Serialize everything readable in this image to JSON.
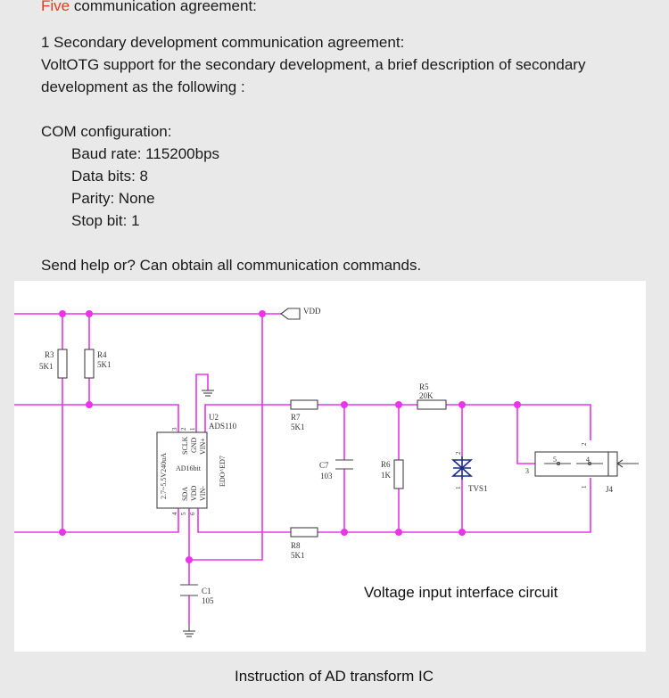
{
  "section": {
    "number": "Five",
    "title": "communication agreement:"
  },
  "intro": {
    "heading": "1 Secondary development communication agreement:",
    "line1": "VoltOTG support for the secondary development, a brief description of secondary",
    "line2": "development  as the following :"
  },
  "com": {
    "heading": "COM configuration:",
    "items": [
      "Baud rate: 115200bps",
      "Data bits: 8",
      "Parity: None",
      "Stop bit: 1"
    ]
  },
  "help_text": "Send help or? Can obtain all communication commands.",
  "schematic": {
    "vdd": "VDD",
    "r3": {
      "ref": "R3",
      "value": "5K1"
    },
    "r4": {
      "ref": "R4",
      "value": "5K1"
    },
    "u2": {
      "ref": "U2",
      "part": "ADS110"
    },
    "ic_body": "AD16bit",
    "ic_side": "2.7~5.5V240uA",
    "ic_pins_top": [
      "SCLK",
      "GND",
      "VIN+"
    ],
    "ic_pins_bottom": [
      "SDA",
      "VDD",
      "VIN-"
    ],
    "ic_pin_nums_top": [
      "3",
      "2",
      "1"
    ],
    "ic_pins_nums_bottom": [
      "4",
      "5",
      "6"
    ],
    "ic_vert": "EDO^ED7",
    "r7": {
      "ref": "R7",
      "value": "5K1"
    },
    "r8": {
      "ref": "R8",
      "value": "5K1"
    },
    "c7": {
      "ref": "C7",
      "value": "103"
    },
    "r6": {
      "ref": "R6",
      "value": "1K"
    },
    "r5": {
      "ref": "R5",
      "value": "20K"
    },
    "tvs": {
      "ref": "TVS1",
      "pin2": "2",
      "pin1": "1"
    },
    "j4": {
      "ref": "J4",
      "pin5": "5",
      "pin4": "4",
      "pin3": "3",
      "pin2": "2",
      "pin1": "1"
    },
    "c1": {
      "ref": "C1",
      "value": "105"
    },
    "caption": "Voltage input interface circuit"
  },
  "footer_caption": "Instruction of AD transform IC",
  "colors": {
    "wire": "#ea34ea",
    "accent": "#e8391c",
    "background": "#e9e9e9"
  }
}
